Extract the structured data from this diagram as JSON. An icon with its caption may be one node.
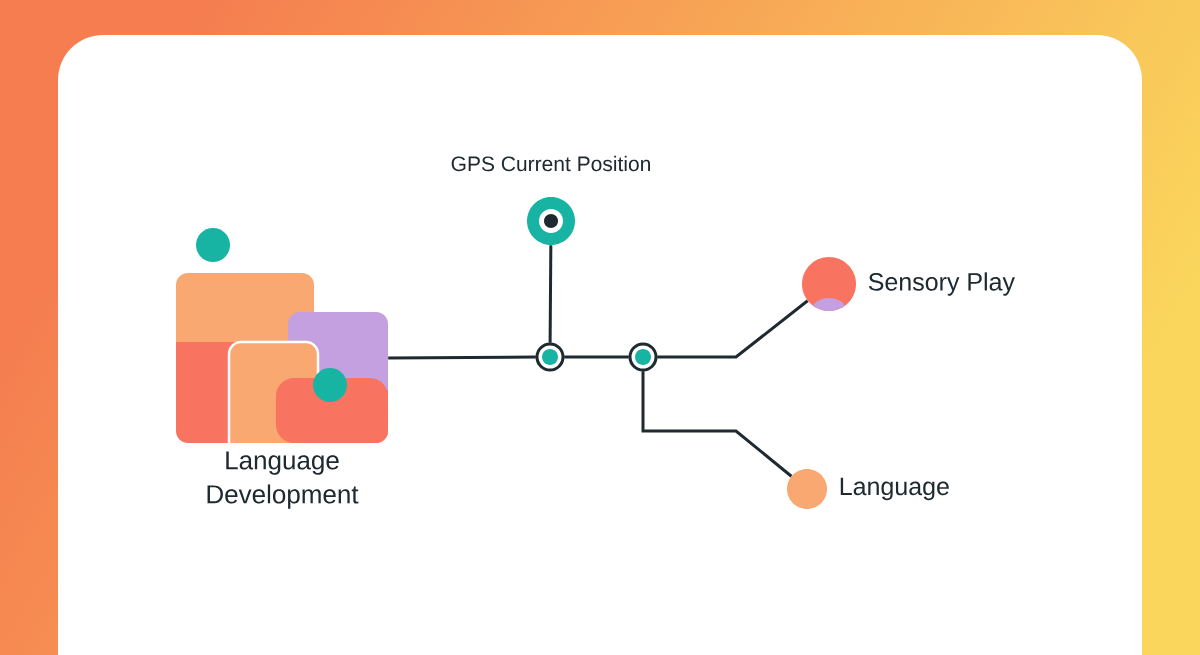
{
  "diagram": {
    "nodes": [
      {
        "text": [
          "Language Development"
        ]
      },
      {
        "text": [
          "GPS Current Position"
        ]
      },
      {
        "text": [],
        "shape": "circle"
      },
      {
        "text": [],
        "shape": "circle"
      },
      {
        "text": [
          "Sensory Play"
        ]
      },
      {
        "text": [
          "Language"
        ]
      }
    ],
    "edges": [
      {
        "from": 0,
        "to": 2,
        "arrow": "none"
      },
      {
        "from": 1,
        "to": 2,
        "arrow": "none"
      },
      {
        "from": 2,
        "to": 3,
        "arrow": "none"
      },
      {
        "from": 3,
        "to": 4,
        "arrow": "none"
      },
      {
        "from": 3,
        "to": 5,
        "arrow": "none"
      }
    ]
  }
}
